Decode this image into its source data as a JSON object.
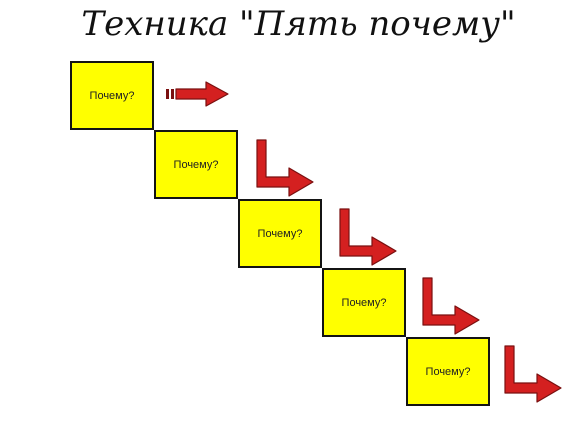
{
  "title": "Техника \"Пять почему\"",
  "steps": [
    {
      "label": "Почему?",
      "arrow": "right-arrow"
    },
    {
      "label": "Почему?",
      "arrow": "down-right-arrow"
    },
    {
      "label": "Почему?",
      "arrow": "down-right-arrow"
    },
    {
      "label": "Почему?",
      "arrow": "down-right-arrow"
    },
    {
      "label": "Почему?",
      "arrow": "down-right-arrow"
    }
  ],
  "colors": {
    "box_fill": "#ffff00",
    "box_border": "#141414",
    "arrow": "#d42020",
    "arrow_outline": "#7a1010",
    "text": "#222222"
  }
}
